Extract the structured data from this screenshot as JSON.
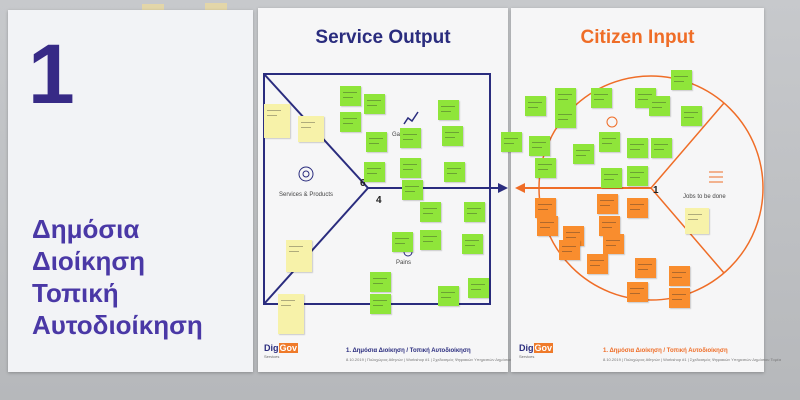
{
  "poster1": {
    "number": "1",
    "lines": [
      "Δημόσια",
      "Διοίκηση",
      "Τοπική",
      "Αυτοδιοίκηση"
    ]
  },
  "service_output": {
    "title": "Service Output",
    "label_services": "Services & Products",
    "label_gains": "Gains",
    "label_pains": "Pains",
    "num_6": "6",
    "num_4": "4",
    "logo_dig": "Dig",
    "logo_gov": "Gov",
    "logo_sub": "Services",
    "footer_title": "1. Δημόσια Διοίκηση / Τοπική Αυτοδιοίκηση",
    "footer_sub": "8.10.2019 | Πολυχώρος Αθηνών | Workshop #1 | Σχεδιασμός Ψηφιακών Υπηρεσιών Δημόσιου Τομέα"
  },
  "citizen_input": {
    "title": "Citizen Input",
    "label_jobs": "Jobs to be done",
    "num_1": "1",
    "logo_dig": "Dig",
    "logo_gov": "Gov",
    "logo_sub": "Services",
    "footer_title": "1. Δημόσια Διοίκηση / Τοπική Αυτοδιοίκηση",
    "footer_sub": "8.10.2019 | Πολυχώρος Αθηνών | Workshop #1 | Σχεδιασμός Ψηφιακών Υπηρεσιών Δημόσιου Τομέα"
  },
  "colors": {
    "navy": "#2a2c7e",
    "purple": "#4a38a6",
    "orange": "#ef6d27",
    "sticky_green": "#8fe53a",
    "sticky_orange": "#f98d2e",
    "sticky_yellow": "#f7f2a9"
  }
}
